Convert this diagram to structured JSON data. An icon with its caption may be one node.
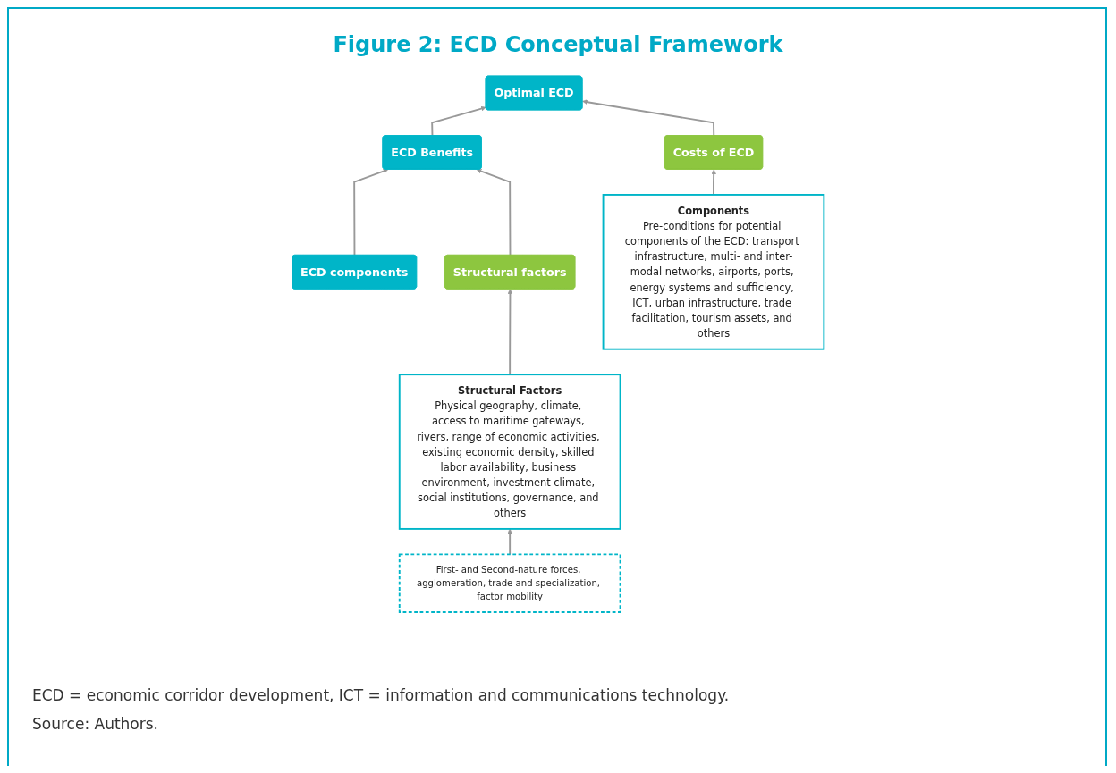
{
  "diagram": {
    "title": "Figure 2: ECD Conceptual Framework",
    "nodes": [
      {
        "text": [
          "ECD components"
        ]
      },
      {
        "text": [
          "ECD Benefits"
        ]
      },
      {
        "text": [
          "Optimal ECD"
        ]
      },
      {
        "text": [
          "Structural factors"
        ]
      },
      {
        "text": [
          "Costs of ECD"
        ]
      },
      {
        "text": [
          "Structural Factors",
          "Physical geography, climate, access to maritime gateways, rivers, range of economic activities, existing economic density, skilled labor availability, business environment, investment climate, social institutions, governance, and others"
        ]
      },
      {
        "text": [
          "Components",
          "Pre-conditions for potential components of the ECD: transport infrastructure, multi- and inter-modal networks, airports, ports, energy systems and sufficiency, ICT, urban infrastructure, trade facilitation, tourism assets, and others"
        ]
      },
      {
        "text": [
          "First- and Second-nature forces, agglomeration, trade and specialization, factor mobility"
        ]
      }
    ],
    "edges": [
      {
        "from": 0,
        "to": 1,
        "arrow": "to"
      },
      {
        "from": 1,
        "to": 2,
        "arrow": "to"
      },
      {
        "from": 3,
        "to": 1,
        "arrow": "to"
      },
      {
        "from": 4,
        "to": 2,
        "arrow": "to"
      },
      {
        "from": 5,
        "to": 3,
        "arrow": "to"
      },
      {
        "from": 6,
        "to": 4,
        "arrow": "to"
      },
      {
        "from": 7,
        "to": 5,
        "arrow": "to"
      }
    ],
    "caption": "ECD = economic corridor development, ICT = information and communications technology.",
    "labels": [
      "Source: Authors."
    ]
  }
}
